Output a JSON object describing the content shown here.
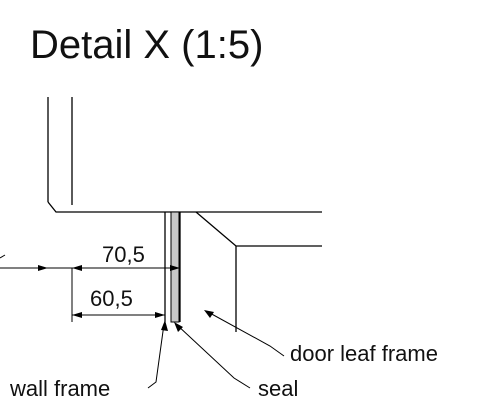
{
  "title": "Detail X (1:5)",
  "dimensions": {
    "outer": "70,5",
    "inner": "60,5"
  },
  "labels": {
    "door_leaf_frame": "door leaf frame",
    "wall_frame": "wall frame",
    "seal": "seal"
  },
  "colors": {
    "line": "#000000",
    "seal_fill": "#c8c8c8",
    "background": "#ffffff"
  }
}
